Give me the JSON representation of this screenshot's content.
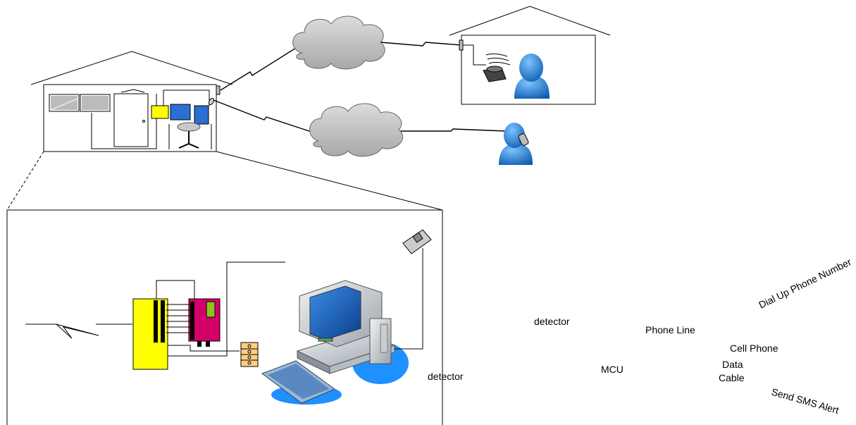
{
  "labels": {
    "detector_top": "detector",
    "detector_bottom": "detector",
    "mcu": "MCU",
    "phone_line": "Phone Line",
    "cell_phone": "Cell Phone",
    "data_cable_1": "Data",
    "data_cable_2": "Cable",
    "dial_up": "Dial Up Phone Number",
    "send_sms": "Send SMS Alert"
  },
  "colors": {
    "cloud": "#c8c8c8",
    "person": "#1e7fd8",
    "mcu_board": "#ffff00",
    "relay_board": "#d4006a",
    "monitor": "#1560c0",
    "wall_panel": "#ffd080"
  },
  "icons": [
    "cloud-icon",
    "person-icon",
    "computer-icon",
    "cellphone-icon",
    "telephone-icon",
    "window-icon",
    "door-icon"
  ]
}
